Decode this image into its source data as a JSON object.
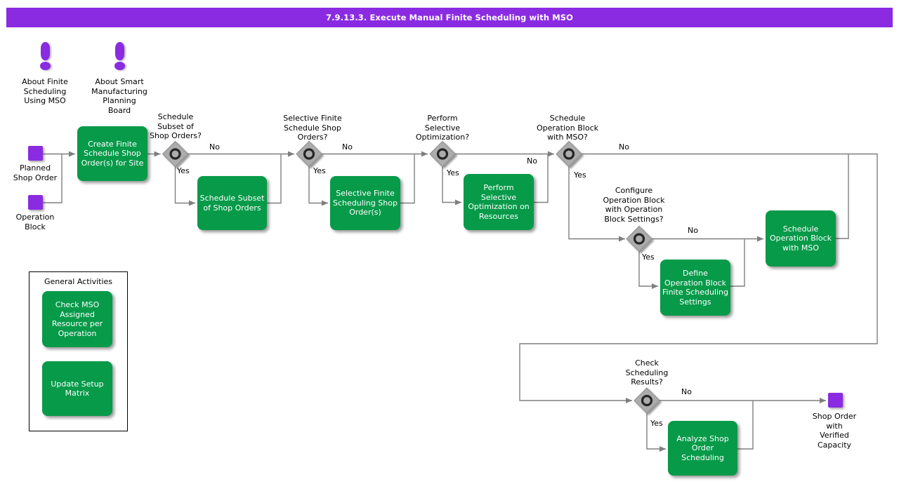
{
  "header": {
    "title": "7.9.13.3. Execute Manual Finite Scheduling with MSO"
  },
  "colors": {
    "purple": "#8A2BE2",
    "green": "#069A49",
    "line_gray": "#7F7F7F",
    "diamond_gray": "#ACACAC"
  },
  "about_links": [
    {
      "icon": "exclamation-icon",
      "label": "About Finite\nScheduling\nUsing MSO"
    },
    {
      "icon": "exclamation-icon",
      "label": "About Smart\nManufacturing\nPlanning\nBoard"
    }
  ],
  "start_nodes": [
    {
      "label": "Planned\nShop Order"
    },
    {
      "label": "Operation\nBlock"
    }
  ],
  "end_node": {
    "label": "Shop Order\nwith\nVerified\nCapacity"
  },
  "tasks": [
    {
      "label": "Create Finite\nSchedule Shop\nOrder(s) for Site"
    },
    {
      "label": "Schedule Subset\nof Shop Orders"
    },
    {
      "label": "Selective Finite\nScheduling Shop\nOrder(s)"
    },
    {
      "label": "Perform\nSelective\nOptimization on\nResources"
    },
    {
      "label": "Define\nOperation Block\nFinite Scheduling\nSettings"
    },
    {
      "label": "Schedule\nOperation Block\nwith MSO"
    },
    {
      "label": "Analyze Shop\nOrder\nScheduling"
    }
  ],
  "decisions": [
    {
      "question": "Schedule\nSubset of\nShop Orders?",
      "yes": "Yes",
      "no": "No"
    },
    {
      "question": "Selective Finite\nSchedule Shop\nOrders?",
      "yes": "Yes",
      "no": "No"
    },
    {
      "question": "Perform\nSelective\nOptimization?",
      "yes": "Yes",
      "no": "No"
    },
    {
      "question": "Schedule\nOperation Block\nwith MSO?",
      "yes": "Yes",
      "no": "No"
    },
    {
      "question": "Configure\nOperation Block\nwith Operation\nBlock Settings?",
      "yes": "Yes",
      "no": "No"
    },
    {
      "question": "Check\nScheduling\nResults?",
      "yes": "Yes",
      "no": "No"
    }
  ],
  "general_activities": {
    "title": "General Activities",
    "items": [
      {
        "label": "Check MSO\nAssigned\nResource per\nOperation"
      },
      {
        "label": "Update Setup\nMatrix"
      }
    ]
  }
}
